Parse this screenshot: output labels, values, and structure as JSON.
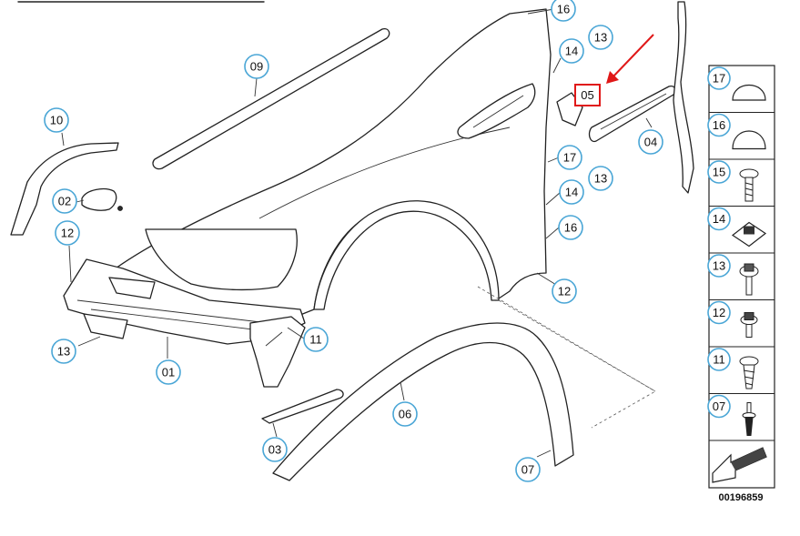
{
  "diagram": {
    "reference_number": "00196859",
    "highlighted_part": "05",
    "colors": {
      "callout_ring": "#4aa6d6",
      "highlight": "#e01818",
      "line": "#222222"
    },
    "callouts": [
      {
        "label": "16",
        "part": "fender-top-right"
      },
      {
        "label": "13",
        "part": "fender-top-right"
      },
      {
        "label": "14",
        "part": "fender-top-right"
      },
      {
        "label": "09",
        "part": "trim-strip"
      },
      {
        "label": "10",
        "part": "wheel-arch-liner"
      },
      {
        "label": "02",
        "part": "washer-cap"
      },
      {
        "label": "12",
        "part": "left-clip"
      },
      {
        "label": "17",
        "part": "fender-mid"
      },
      {
        "label": "13",
        "part": "fender-mid"
      },
      {
        "label": "14",
        "part": "fender-mid"
      },
      {
        "label": "16",
        "part": "fender-mid"
      },
      {
        "label": "04",
        "part": "side-grille"
      },
      {
        "label": "12",
        "part": "arch-rear"
      },
      {
        "label": "13",
        "part": "lower-left"
      },
      {
        "label": "01",
        "part": "fender-bracket"
      },
      {
        "label": "11",
        "part": "bracket-bolt"
      },
      {
        "label": "06",
        "part": "wheel-arch-trim"
      },
      {
        "label": "03",
        "part": "trim-piece"
      },
      {
        "label": "07",
        "part": "arch-clip"
      }
    ],
    "legend": [
      {
        "label": "17",
        "icon": "cap-icon"
      },
      {
        "label": "16",
        "icon": "dome-nut-icon"
      },
      {
        "label": "15",
        "icon": "screw-icon"
      },
      {
        "label": "14",
        "icon": "speed-nut-icon"
      },
      {
        "label": "13",
        "icon": "collar-screw-icon"
      },
      {
        "label": "12",
        "icon": "hex-screw-icon"
      },
      {
        "label": "11",
        "icon": "plastic-screw-icon"
      },
      {
        "label": "07",
        "icon": "rivet-icon"
      }
    ]
  }
}
